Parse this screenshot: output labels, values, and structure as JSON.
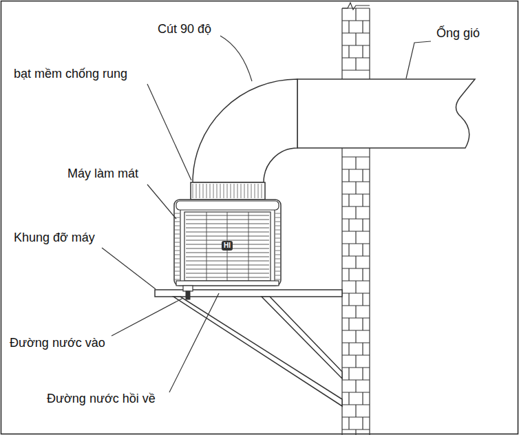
{
  "diagram": {
    "labels": [
      "Cút 90 độ",
      "Ống gió",
      "bạt mềm chống rung",
      "Máy làm mát",
      "Khung đỡ máy",
      "Đường nước vào",
      "Đường nước hồi về",
      "HI"
    ]
  }
}
